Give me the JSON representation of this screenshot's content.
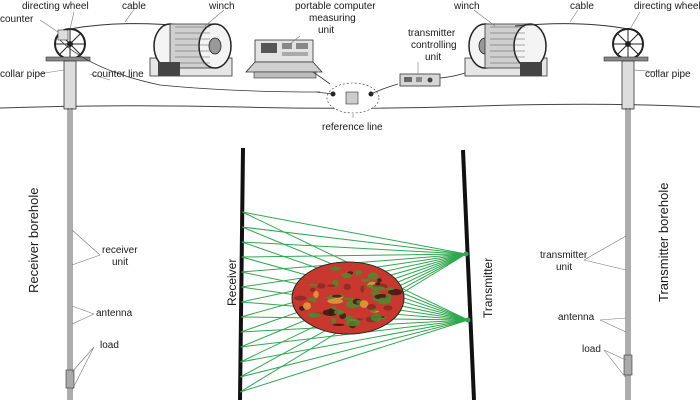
{
  "labels": {
    "counter_left": "counter",
    "directing_wheel_left": "directing wheel",
    "cable_left": "cable",
    "winch_left": "winch",
    "portable_computer": "portable computer",
    "measuring_unit": "measuring",
    "measuring_unit_2": "unit",
    "collar_pipe_left": "collar pipe",
    "counter_line": "counter line",
    "winch_right": "winch",
    "transmitter_controlling_unit_1": "transmitter",
    "transmitter_controlling_unit_2": "controlling",
    "transmitter_controlling_unit_3": "unit",
    "cable_right": "cable",
    "directing_wheel_right": "directing wheel",
    "collar_pipe_right": "collar pipe",
    "reference_line": "reference line",
    "receiver_borehole": "Receiver borehole",
    "receiver_unit_1": "receiver",
    "receiver_unit_2": "unit",
    "antenna_left": "antenna",
    "load_left": "load",
    "receiver": "Receiver",
    "transmitter": "Transmitter",
    "transmitter_unit_1": "transmitter",
    "transmitter_unit_2": "unit",
    "transmitter_borehole": "Transmitter borehole",
    "antenna_right": "antenna",
    "load_right": "load"
  },
  "colors": {
    "ray": "#2fa84f",
    "anomaly_base": "#c8382e",
    "anomaly_green": "#4f8a2e",
    "borehole_line": "#111111"
  }
}
